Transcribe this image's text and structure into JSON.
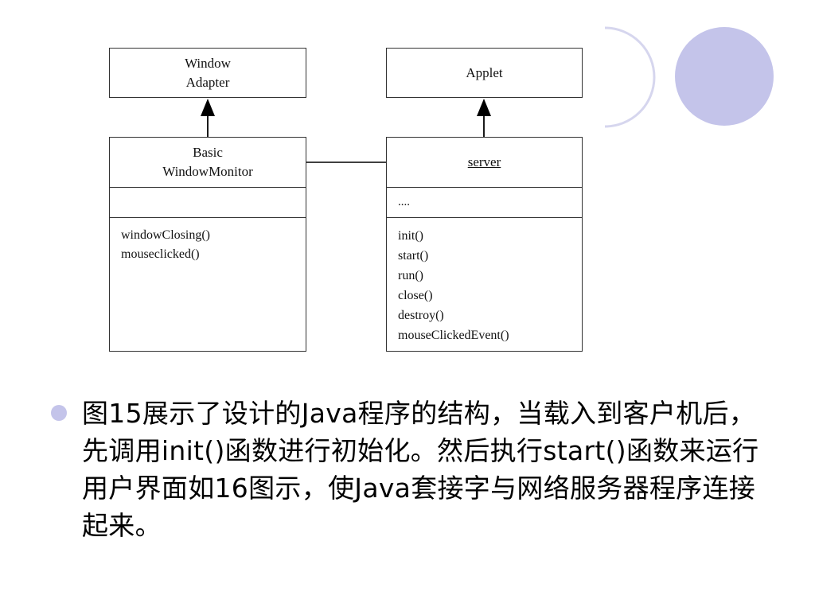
{
  "diagram": {
    "window_adapter": {
      "title": "Window\nAdapter"
    },
    "applet": {
      "title": "Applet"
    },
    "basic_window_monitor": {
      "title": "Basic\nWindowMonitor",
      "attributes": [],
      "methods": [
        "windowClosing()",
        "mouseclicked()"
      ]
    },
    "server": {
      "title": "server",
      "attributes": [
        "...."
      ],
      "methods": [
        "init()",
        "start()",
        "run()",
        "close()",
        "destroy()",
        "mouseClickedEvent()"
      ]
    }
  },
  "bullet": {
    "text": "图15展示了设计的Java程序的结构，当载入到客户机后，先调用init()函数进行初始化。然后执行start()函数来运行用户界面如16图示，使Java套接字与网络服务器程序连接起来。"
  },
  "colors": {
    "accent_circle": "#c4c4ea",
    "ring_stroke": "#d6d6ee"
  }
}
